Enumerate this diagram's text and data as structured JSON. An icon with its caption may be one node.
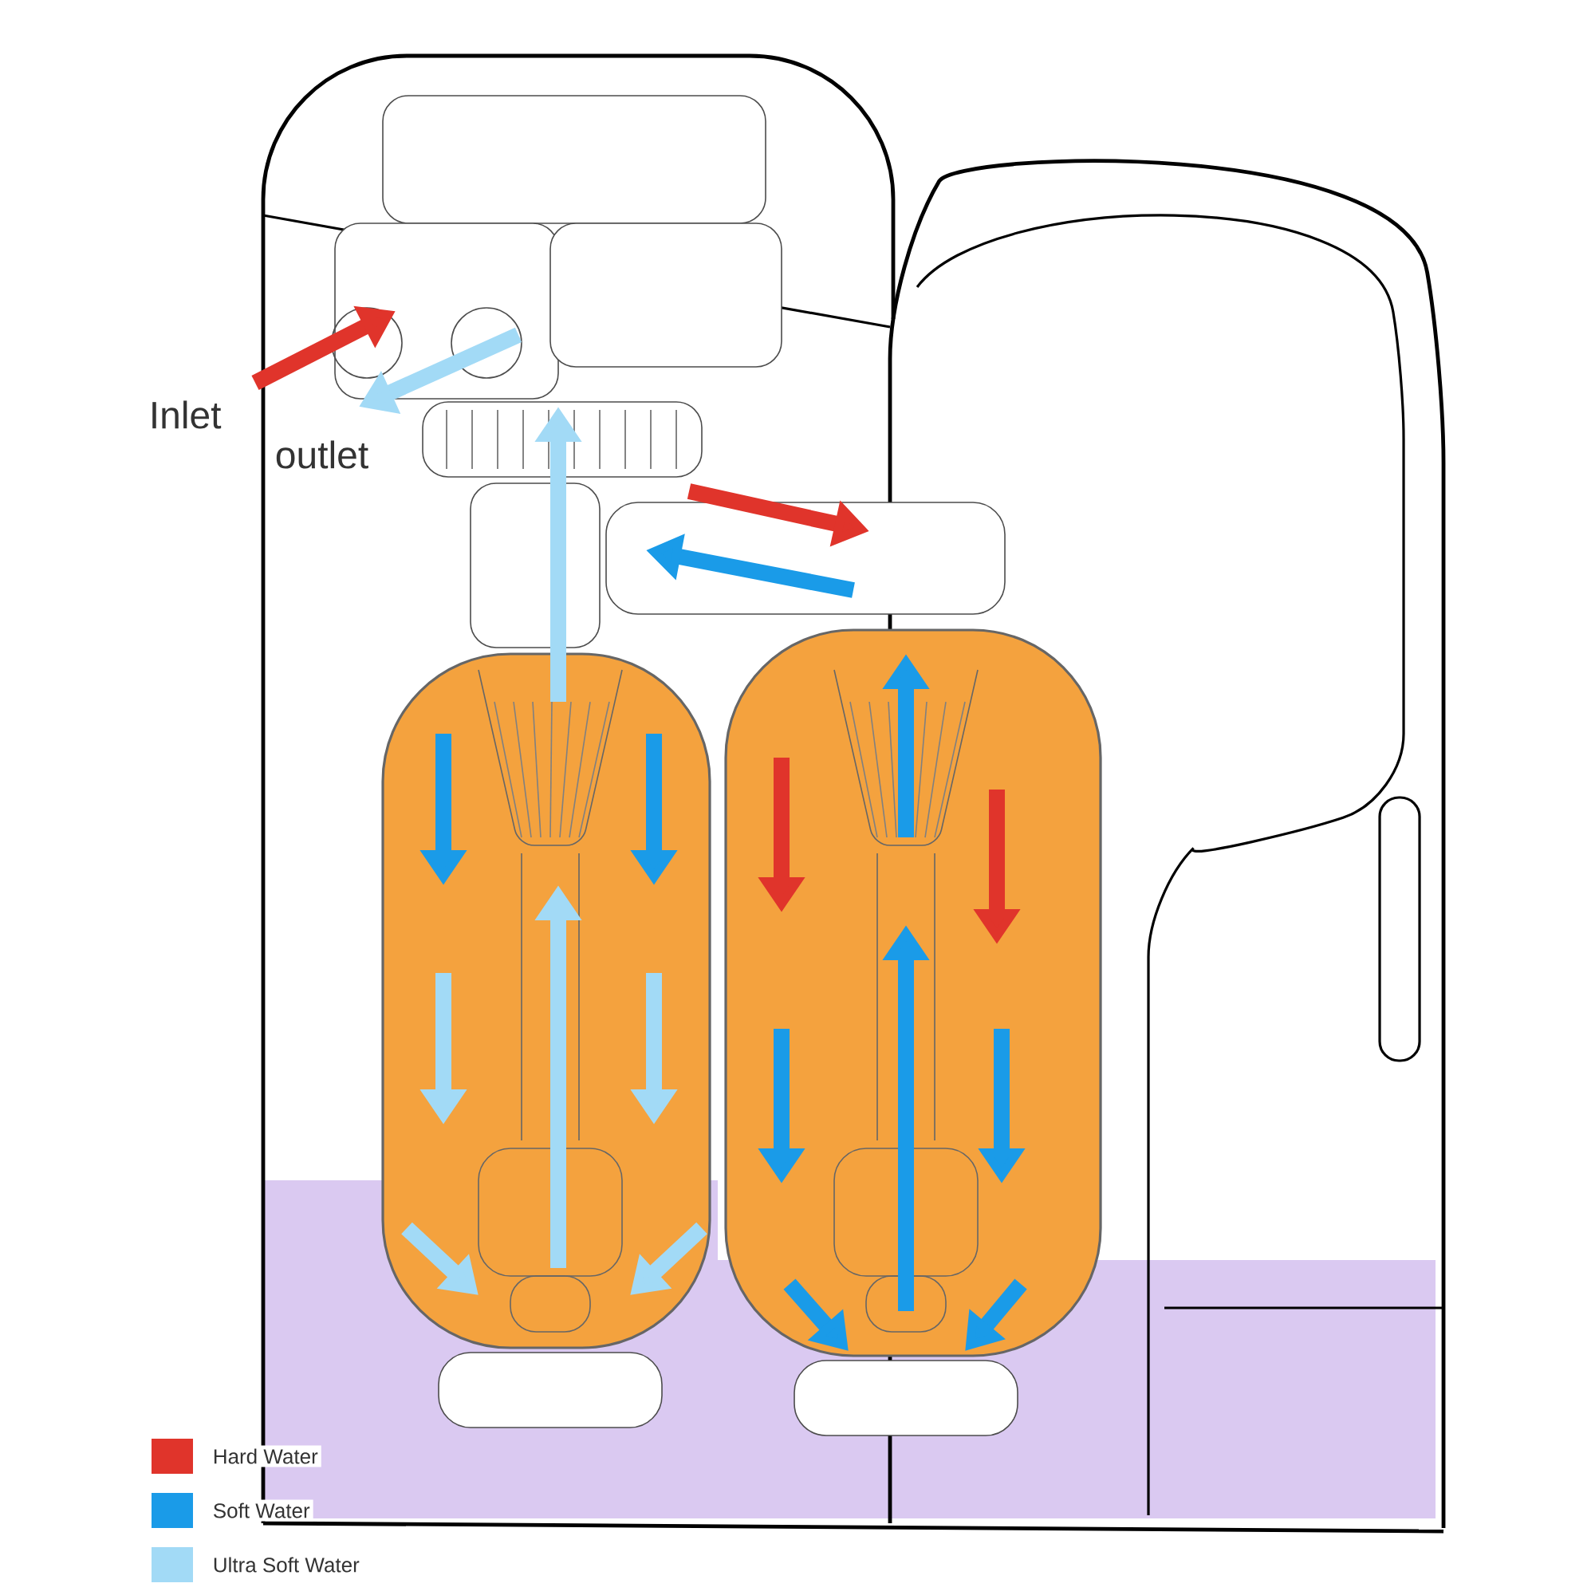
{
  "diagram": {
    "labels": [
      "Inlet",
      "outlet"
    ],
    "legend": [
      {
        "text": "Hard Water",
        "color": "#e0342b"
      },
      {
        "text": "Soft Water",
        "color": "#1a9be8"
      },
      {
        "text": "Ultra Soft Water",
        "color": "#a2daf6"
      }
    ]
  }
}
